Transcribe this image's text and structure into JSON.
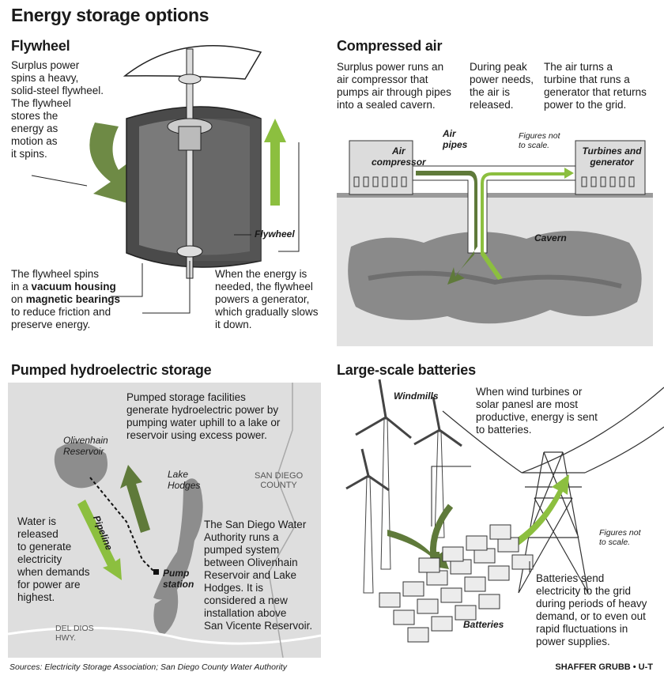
{
  "title": "Energy storage options",
  "flywheel": {
    "heading": "Flywheel",
    "intro": [
      "Surplus power",
      "spins a heavy,",
      "solid-steel flywheel.",
      "The flywheel",
      "stores the",
      "energy as",
      "motion as",
      "it spins."
    ],
    "label": "Flywheel",
    "housing_lines": {
      "l1": "The flywheel spins",
      "l2_pre": "in a ",
      "l2_bold": "vacuum housing",
      "l3_pre": "on ",
      "l3_bold": "magnetic bearings",
      "l4": "to reduce friction and",
      "l5": "preserve energy."
    },
    "generator": [
      "When the energy is",
      "needed, the flywheel",
      "powers a generator,",
      "which gradually slows",
      "it down."
    ]
  },
  "compressed_air": {
    "heading": "Compressed air",
    "col1": [
      "Surplus power runs an",
      "air compressor that",
      "pumps air through pipes",
      "into a sealed cavern."
    ],
    "col2": [
      "During peak",
      "power needs,",
      "the air is",
      "released."
    ],
    "col3": [
      "The air turns a",
      "turbine that runs a",
      "generator that returns",
      "power to the grid."
    ],
    "labels": {
      "compressor": [
        "Air",
        "compressor"
      ],
      "pipes": [
        "Air",
        "pipes"
      ],
      "scale": [
        "Figures not",
        "to scale."
      ],
      "turbines": [
        "Turbines and",
        "generator"
      ],
      "cavern": "Cavern"
    }
  },
  "hydro": {
    "heading": "Pumped hydroelectric storage",
    "intro": [
      "Pumped storage facilities",
      "generate hydroelectric power by",
      "pumping water uphill to a lake or",
      "reservoir using excess power."
    ],
    "reservoir": [
      "Olivenhain",
      "Reservoir"
    ],
    "lake": [
      "Lake",
      "Hodges"
    ],
    "county": [
      "SAN DIEGO",
      "COUNTY"
    ],
    "pipeline": "Pipeline",
    "pump": [
      "Pump",
      "station"
    ],
    "water": [
      "Water is",
      "released",
      "to generate",
      "electricity",
      "when demands",
      "for power are",
      "highest."
    ],
    "authority": [
      "The San Diego Water",
      "Authority runs a",
      "pumped system",
      "between Olivenhain",
      "Reservoir and Lake",
      "Hodges. It is",
      "considered a new",
      "installation above",
      "San Vicente Reservoir."
    ],
    "highway": [
      "DEL DIOS",
      "HWY."
    ]
  },
  "batteries": {
    "heading": "Large-scale batteries",
    "windmills": "Windmills",
    "intro": [
      "When wind turbines or",
      "solar panesl are most",
      "productive, energy is sent",
      "to batteries."
    ],
    "scale": [
      "Figures not",
      "to scale."
    ],
    "label": "Batteries",
    "desc": [
      "Batteries send",
      "electricity to the grid",
      "during periods of heavy",
      "demand, or to even out",
      "rapid fluctuations in",
      "power supplies."
    ]
  },
  "footer": {
    "sources": "Sources: Electricity Storage Association; San Diego County Water Authority",
    "credit": "SHAFFER GRUBB • U-T"
  },
  "colors": {
    "dark_green": "#5f7a3a",
    "light_green": "#8cbf3f",
    "gray": "#8a8a8a"
  }
}
